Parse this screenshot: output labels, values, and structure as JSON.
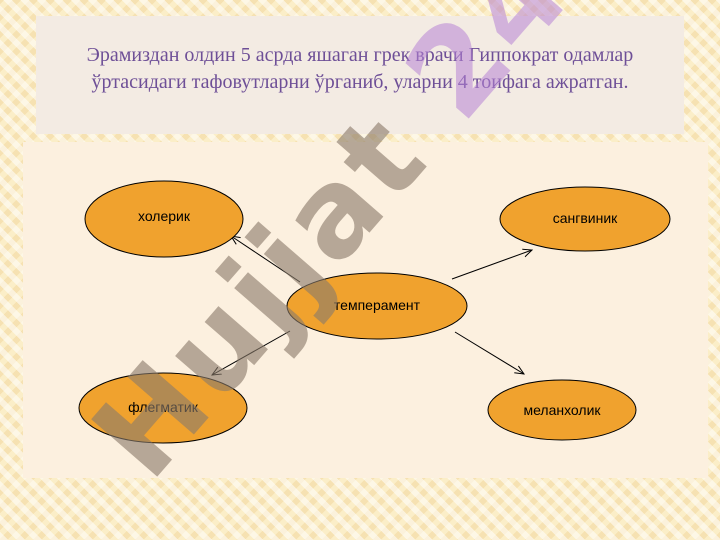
{
  "slide": {
    "title": "Эрамиздан олдин 5 асрда яшаган грек врачи Гиппократ одамлар ўртасидаги тафовутларни ўрганиб, уларни 4 тоифага ажратган."
  },
  "diagram": {
    "center": "темперамент",
    "nodes": {
      "top_left": "холерик",
      "top_right": "сангвиник",
      "bottom_left": "флегматик",
      "bottom_right": "меланхолик"
    },
    "colors": {
      "ellipse_fill": "#f0a22e",
      "ellipse_stroke": "#000000",
      "arrow": "#000000"
    }
  },
  "watermark": {
    "text": "Hujjat 24"
  }
}
